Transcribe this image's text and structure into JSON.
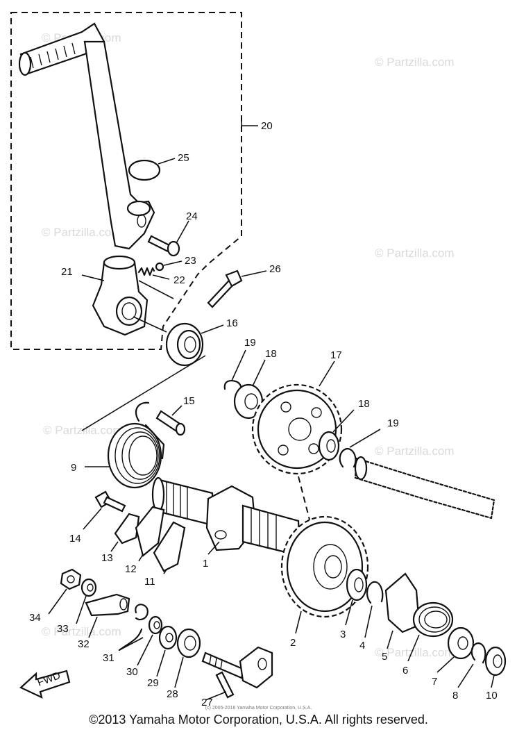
{
  "watermarks": [
    "© Partzilla.com",
    "© Partzilla.com",
    "© Partzilla.com",
    "© Partzilla.com",
    "© Partzilla.com",
    "© Partzilla.com",
    "© Partzilla.com",
    "© Partzilla.com"
  ],
  "callouts": [
    "20",
    "25",
    "24",
    "23",
    "22",
    "21",
    "26",
    "16",
    "19",
    "18",
    "17",
    "18",
    "19",
    "15",
    "9",
    "14",
    "13",
    "12",
    "11",
    "1",
    "2",
    "3",
    "4",
    "5",
    "6",
    "7",
    "8",
    "10",
    "34",
    "33",
    "32",
    "31",
    "30",
    "29",
    "28",
    "27"
  ],
  "fwd_label": "FWD",
  "small_credit": "(c) 2005-2016 Yamaha Motor Corporation, U.S.A.",
  "copyright": "©2013 Yamaha Motor Corporation, U.S.A. All rights reserved."
}
